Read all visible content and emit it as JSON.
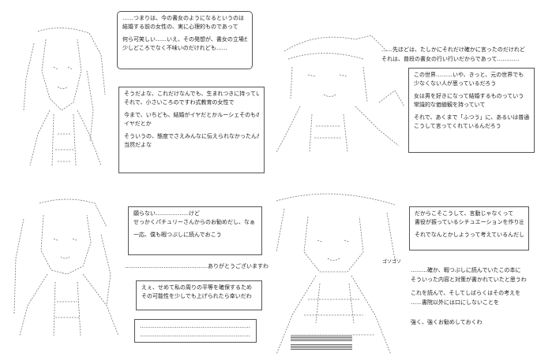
{
  "panels": {
    "p1": {
      "top_bubble": [
        "……つまりは、今の書女のようになるというのは",
        "結婚する前の女性の、実に心理的ものであって",
        "",
        "何ら可笑しい……いえ、その発想が、書女の立場が",
        "少しどころでなく不味いのだけれども……"
      ],
      "bottom_bubble": [
        "そうだよな、これだけなんでも、生まれつきに持っていて",
        "それで、小さいころのですわ式教育の女性で",
        "",
        "今まで、いちども、結婚がイヤだとかルーシェそのものが",
        "イヤだとか",
        "",
        "そういうの、態度でさえみんなに伝えられなかったんだもんな",
        "当然だよな"
      ]
    },
    "p2": {
      "top_text": [
        "……先ほどは、たしかにそれだけ確かに言ったのだけれど",
        "それは、普段の書女の行い行いだからであって…………"
      ],
      "bubble": [
        "この世界………いや、きっと、元の世界でも",
        "少なくない人が思っているだろう",
        "",
        "女は男を好きになって結婚するものっていう",
        "常識的な価値観を持っていて",
        "",
        "それで、あくまで「ふつう」に、あるいは普通から",
        "こうして言ってくれているんだろう"
      ]
    },
    "p3": {
      "top_bubble": [
        "願らない………………けど",
        "せっかくパチュリーさんからのお勧めだし、なぁ",
        "",
        "一応、僕も暇つぶしに読んでおこう"
      ],
      "mid_text": "………………………………………ありがとうございますわ",
      "mid_bubble": [
        "えぇ、せめて私の周りの平等を確保するため",
        "その可能性を少しでも上げられたら幸いだわ"
      ],
      "empty_bubble": [
        "……………………………………………………",
        "……………………………………………………"
      ]
    },
    "p4": {
      "top_bubble": [
        "だからこそこうして、言動じゃなくって",
        "書役が振っているシチュエーションを作り出して",
        "",
        "それでなんとかしようって考えているんだし………"
      ],
      "sfx": "ゴソゴソ",
      "lower_lines": [
        "………確か、暇つぶしに読んでいたこの本に",
        "そういった内容と対策が書かれていたと思うわ",
        "",
        "これを読んで、そしてしばらくはその考えを",
        "……書院以外には口にしないことを",
        "",
        "強く、強くお勧めしておくわ"
      ]
    }
  }
}
